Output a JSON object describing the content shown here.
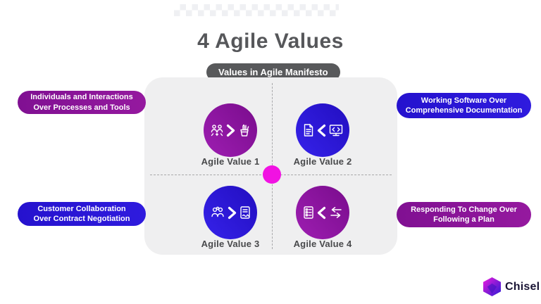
{
  "header": {
    "title": "4 Agile Values",
    "badge": "Values in Agile Manifesto"
  },
  "values": [
    {
      "label": "Agile Value 1",
      "theme": "purple",
      "icons": [
        "team-icon",
        "chevron-right-icon",
        "tools-cup-icon"
      ]
    },
    {
      "label": "Agile Value 2",
      "theme": "blue",
      "icons": [
        "document-icon",
        "chevron-left-icon",
        "software-monitor-icon"
      ]
    },
    {
      "label": "Agile Value 3",
      "theme": "blue",
      "icons": [
        "customers-icon",
        "chevron-right-icon",
        "contract-icon"
      ]
    },
    {
      "label": "Agile Value 4",
      "theme": "purple",
      "icons": [
        "checklist-icon",
        "chevron-left-icon",
        "change-arrows-icon"
      ]
    }
  ],
  "callouts": [
    {
      "position": "top-left",
      "theme": "purple",
      "lines": [
        "Individuals and Interactions",
        "Over Processes and Tools"
      ]
    },
    {
      "position": "top-right",
      "theme": "blue",
      "lines": [
        "Working Software Over",
        "Comprehensive Documentation"
      ]
    },
    {
      "position": "bottom-left",
      "theme": "blue",
      "lines": [
        "Customer Collaboration",
        "Over Contract Negotiation"
      ]
    },
    {
      "position": "bottom-right",
      "theme": "purple",
      "lines": [
        "Responding To Change Over",
        "Following a Plan"
      ]
    }
  ],
  "brand": {
    "name": "Chisel"
  },
  "colors": {
    "purple": "#8A169B",
    "blue": "#2B16D9",
    "magenta_dot": "#F112E2",
    "dark_gray": "#58595B",
    "panel_bg": "#EFEFF0",
    "title_text": "#56575A"
  }
}
